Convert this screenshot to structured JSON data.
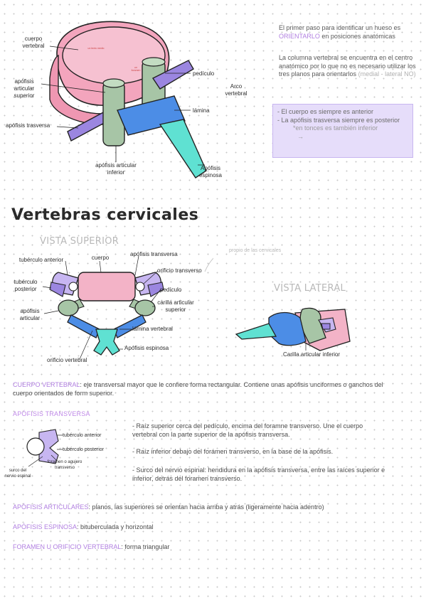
{
  "top_diagram": {
    "cuerpo_vertebral": "cuerpo\nvertebral",
    "apofisis_articular_superior": "apófisis articular\nsuperior",
    "apofisis_trasversa": "apófisis trasversa",
    "apofisis_articular_inferior": "apófisis articular\ninferior",
    "apofisis_espinosa": "Apófisis\nespinosa",
    "pediculo": "pedículo",
    "lamina": "lámina",
    "arco_vertebral": "Arco\nvertebral",
    "tiny_1": "un texto medio",
    "tiny_2": "un\nforamen"
  },
  "intro": {
    "p1_a": "El primer paso para identificar un hueso es",
    "p1_b": "ORIENTARLO",
    "p1_c": "en posiciones anatómicas",
    "p2": "La columna vertebral se encuentra en el centro anatómico por lo que no es necesario utilizar los tres planos para orientarlos",
    "p2_grey": "(medial - lateral NO)",
    "box_1": "- El cuerpo es siempre es anterior",
    "box_2": "- La apófisis trasversa siempre es posterior",
    "box_3": "*en tonces es también inferior",
    "box_arrow": "→"
  },
  "title": "Vertebras cervicales",
  "vista_superior": {
    "subtitle": "VISTA SUPERIOR",
    "tuberculo_anterior": "tubérculo anterior",
    "tuberculo_posterior": "tubérculo\nposterior",
    "apofisis_articular": "apófisis\narticular",
    "cuerpo": "cuerpo",
    "apofisis_transversa": "apófisis transversa",
    "orificio_transverso": "orificio transverso",
    "pediculo": "pedículo",
    "carilla_articular_superior": "carilla articular\nsuperior",
    "lamina_vertebral": "lámina vertebral",
    "apofisis_espinosa": "Apófisis espinosa",
    "orificio_vertebral": "orificio vertebral",
    "propio_note": "propio de las cervicales"
  },
  "vista_lateral": {
    "subtitle": "VISTA LATERAL",
    "carilla_articular_inferior": "Carilla articular inferior"
  },
  "cuerpo_vertebral_section": {
    "head": "CUERPO VERTEBRAL",
    "text": "eje transversal mayor que le confiere forma rectangular. Contiene unas apófisis unciformes o ganchos del cuerpo orientados de form superior."
  },
  "apofisis_transversa_section": {
    "head": "APÓFISIS TRANSVERSA",
    "tuberculo_anterior": "tubérculo anterior",
    "tuberculo_posterior": "tubérculo posterior",
    "foramen": "foramen o agujero\ntransverso",
    "surco": "surco del\nnervio espinal",
    "bullet_1": "- Raíz superior cerca del pedículo, encima del foramne transverso. Une el cuerpo vertebral con la parte superior de la apófisis transversa.",
    "bullet_2": "- Raíz inferior debajo del forámen transverso, en la base de la apófisis.",
    "bullet_3": "- Surco del nervio espinal: hendidura en la apófisis transversa, entre las raíces superior e inferior, detrás del foramen transverso."
  },
  "articulares": {
    "head": "APÓFISIS ARTICULARES",
    "text": "planos, las superiores se orientan hacia arriba y atrás (ligeramente hacia adentro)"
  },
  "espinosa": {
    "head": "APÓFISIS ESPINOSA",
    "text": "bituberculada y horizontal"
  },
  "foramen": {
    "head": "FORAMEN U ORIFICIO VERTEBRAL",
    "text": "forma triangular"
  },
  "colors": {
    "pink": "#f3b3c7",
    "green": "#a7c5a6",
    "blue": "#4c8de6",
    "teal": "#5fe1d2",
    "purple": "#9b86e0",
    "lilac": "#c7b6f1"
  }
}
